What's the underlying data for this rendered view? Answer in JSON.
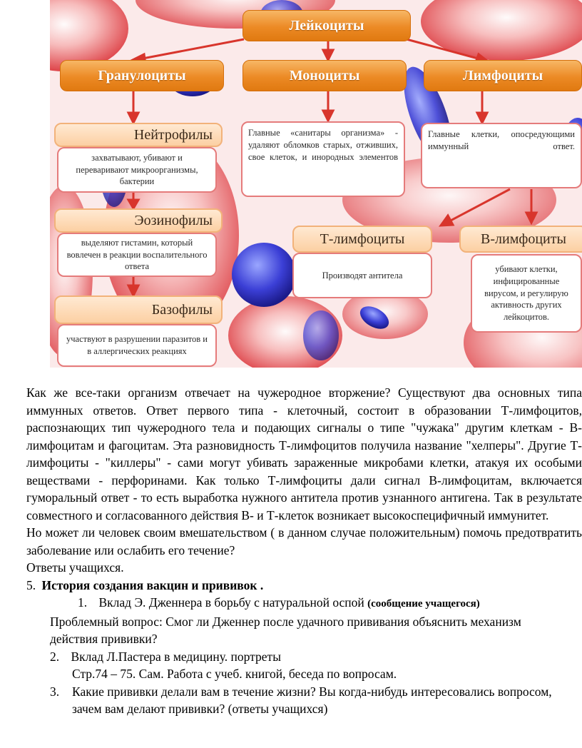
{
  "diagram": {
    "root": "Лейкоциты",
    "groups": [
      "Гранулоциты",
      "Моноциты",
      "Лимфоциты"
    ],
    "neutrophils": {
      "title": "Нейтрофилы",
      "desc": "захватывают, убивают и переваривают микроорганизмы, бактерии"
    },
    "eosinophils": {
      "title": "Эозинофилы",
      "desc": "выделяют гистамин, который вовлечен в реакции воспалительного ответа"
    },
    "basophils": {
      "title": "Базофилы",
      "desc": "участвуют в разрушении паразитов и в аллергических реакциях"
    },
    "monocytes_desc": "Главные «санитары организма» - удаляют обломков старых, отживших, свое клеток, и инородных элементов",
    "lymphocytes_desc": "Главные клетки, опосредующими иммунный ответ.",
    "t_lymph": {
      "title": "Т-лимфоциты",
      "desc": "Производят антитела"
    },
    "b_lymph": {
      "title": "В-лимфоциты",
      "desc": "убивают клетки, инфицированные вирусом, и регулирую активность других лейкоцитов."
    },
    "colors": {
      "header": "#ec8a25",
      "subheader": "#fcd0a3",
      "info_border": "#e57b7b",
      "arrow": "#d8352c"
    }
  },
  "text": {
    "para1": "Как же все-таки организм отвечает на чужеродное вторжение? Существуют два основных типа иммунных ответов. Ответ первого типа - клеточный, состоит в образовании Т-лимфоцитов, распознающих тип чужеродного тела и подающих сигналы о типе \"чужака\" другим клеткам - В-лимфоцитам и фагоцитам. Эта разновидность Т-лимфоцитов получила название \"хелперы\". Другие Т-лимфоциты - \"киллеры\" - сами могут убивать зараженные микробами клетки, атакуя их особыми веществами - перфоринами. Как только Т-лимфоциты дали сигнал В-лимфоцитам, включается гуморальный ответ - то есть выработка нужного антитела против узнанного антигена. Так в результате совместного и согласованного действия В- и Т-клеток возникает высокоспецифичный иммунитет.",
    "para2": "Но может ли человек своим вмешательством ( в данном случае положительным) помочь предотвратить заболевание или ослабить его течение?",
    "answers": "Ответы учащихся.",
    "section_num": "5.",
    "section_title": "История создания вакцин и прививок .",
    "item1_num": "1.",
    "item1_text": "Вклад Э. Дженнера в борьбу с натуральной оспой",
    "item1_note": "(сообщение учащегося)",
    "problem": "Проблемный вопрос: Смог ли Дженнер после удачного прививания объяснить механизм действия прививки?",
    "item2_num": "2.",
    "item2_text": "Вклад Л.Пастера в медицину. портреты",
    "item2_sub": "Стр.74 – 75. Сам. Работа с учеб. книгой, беседа по вопросам.",
    "item3_num": "3.",
    "item3_text": "Какие прививки делали вам в течение жизни?  Вы когда-нибудь интересовались вопросом, зачем вам делают прививки? (ответы учащихся)"
  }
}
